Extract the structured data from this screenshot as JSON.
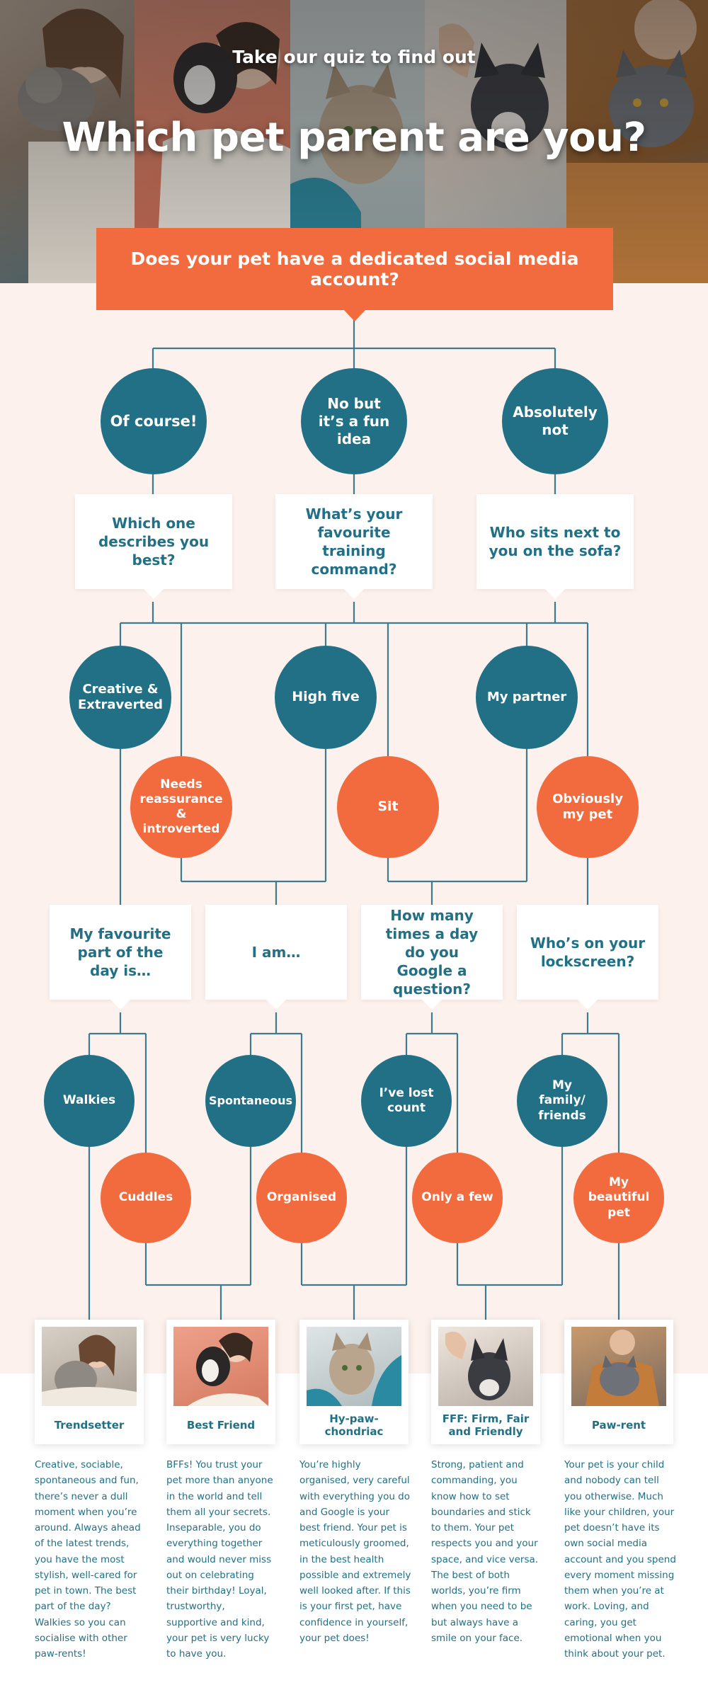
{
  "header": {
    "kicker": "Take our quiz to find out",
    "title": "Which pet parent are you?"
  },
  "question_1": "Does your pet have a dedicated social media account?",
  "level_1": {
    "answers": [
      "Of course!",
      "No but it’s a fun idea",
      "Absolutely not"
    ],
    "questions": [
      "Which one describes you best?",
      "What’s your favourite training command?",
      "Who sits next to you on the sofa?"
    ]
  },
  "level_2": {
    "answers": [
      "Creative & Extraverted",
      "Needs reassurance & introverted",
      "High five",
      "Sit",
      "My partner",
      "Obviously my pet"
    ],
    "questions": [
      "My favourite part of the day is…",
      "I am…",
      "How many times a day do you Google a question?",
      "Who’s on your lockscreen?"
    ]
  },
  "level_3": {
    "answers": [
      "Walkies",
      "Cuddles",
      "Spontaneous",
      "Organised",
      "I’ve lost count",
      "Only a few",
      "My family/ friends",
      "My beautiful pet"
    ]
  },
  "results": [
    {
      "name": "Trendsetter",
      "description": "Creative, sociable, spontaneous and fun, there’s never a dull moment when you’re around. Always ahead of the latest trends, you have the most stylish, well-cared for pet in town. The best part of the day? Walkies so you can socialise with other paw-rents!"
    },
    {
      "name": "Best Friend",
      "description": "BFFs! You trust your pet more than anyone in the world and tell them all your secrets. Inseparable, you do everything together and would never miss out on celebrating their birthday! Loyal, trustworthy, supportive and kind, your pet is very lucky to have you."
    },
    {
      "name": "Hy-paw-chondriac",
      "description": "You’re highly organised, very careful with everything you do and Google is your best friend. Your pet is meticulously groomed, in the best health possible and extremely well looked after. If this is your first pet, have confidence in yourself, your pet does!"
    },
    {
      "name": "FFF: Firm, Fair and Friendly",
      "description": "Strong, patient and commanding, you know how to set boundaries and stick to them. Your pet respects you and your space, and vice versa. The best of both worlds, you’re firm when you need to be but always have a smile on your face."
    },
    {
      "name": "Paw-rent",
      "description": "Your pet is your child and nobody can tell you otherwise. Much like your children, your pet doesn’t have its own social media account and you spend every moment missing them when you’re at work. Loving, and caring, you get emotional when you think about your pet."
    }
  ],
  "colors": {
    "teal": "#227086",
    "orange": "#f26b3e",
    "peach_background": "#fcf1ec",
    "line": "#3d7b90"
  },
  "icons": {
    "hero_photos": [
      "woman-with-cat-photo",
      "woman-kissing-dog-photo",
      "cat-at-vet-photo",
      "dog-treat-photo",
      "man-with-cat-photo"
    ],
    "result_photos": [
      "woman-with-cat-photo",
      "woman-kissing-dog-photo",
      "cat-at-vet-photo",
      "dog-treat-photo",
      "man-with-cat-photo"
    ]
  }
}
